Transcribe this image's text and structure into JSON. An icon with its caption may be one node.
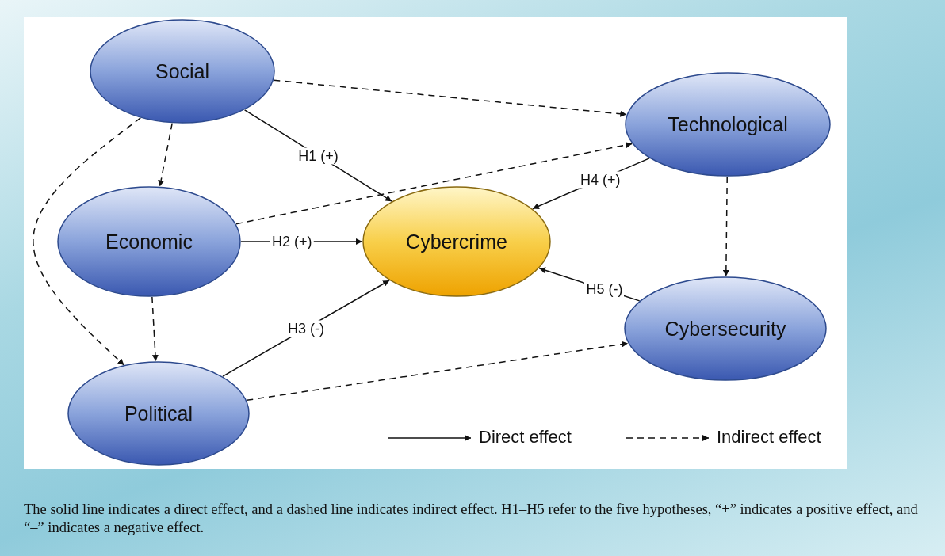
{
  "diagram": {
    "caption": "The solid line indicates a direct effect, and a dashed line indicates indirect effect. H1–H5 refer to the five hypotheses, “+” indicates a positive effect, and “–” indicates a negative effect.",
    "nodes": [
      {
        "text": [
          "Social"
        ]
      },
      {
        "text": [
          "Economic"
        ]
      },
      {
        "text": [
          "Political"
        ]
      },
      {
        "text": [
          "Cybercrime"
        ]
      },
      {
        "text": [
          "Technological"
        ]
      },
      {
        "text": [
          "Cybersecurity"
        ]
      }
    ],
    "edges": [
      {
        "from": 0,
        "to": 4,
        "arrow": "to",
        "style": "dashed"
      },
      {
        "from": 0,
        "to": 3,
        "arrow": "to",
        "label": "H1 (+)"
      },
      {
        "from": 0,
        "to": 1,
        "arrow": "to",
        "style": "dashed"
      },
      {
        "from": 0,
        "to": 2,
        "arrow": "to",
        "style": "dashed"
      },
      {
        "from": 1,
        "to": 4,
        "arrow": "to",
        "style": "dashed"
      },
      {
        "from": 1,
        "to": 3,
        "arrow": "to",
        "label": "H2 (+)"
      },
      {
        "from": 1,
        "to": 2,
        "arrow": "to",
        "style": "dashed"
      },
      {
        "from": 2,
        "to": 3,
        "arrow": "to",
        "label": "H3 (-)"
      },
      {
        "from": 2,
        "to": 5,
        "arrow": "to",
        "style": "dashed"
      },
      {
        "from": 4,
        "to": 3,
        "arrow": "to",
        "label": "H4 (+)"
      },
      {
        "from": 4,
        "to": 5,
        "arrow": "to",
        "style": "dashed"
      },
      {
        "from": 5,
        "to": 3,
        "arrow": "to",
        "label": "H5 (-)"
      }
    ],
    "legend": [
      {
        "text": "Direct effect"
      },
      {
        "text": "Indirect effect"
      }
    ]
  }
}
